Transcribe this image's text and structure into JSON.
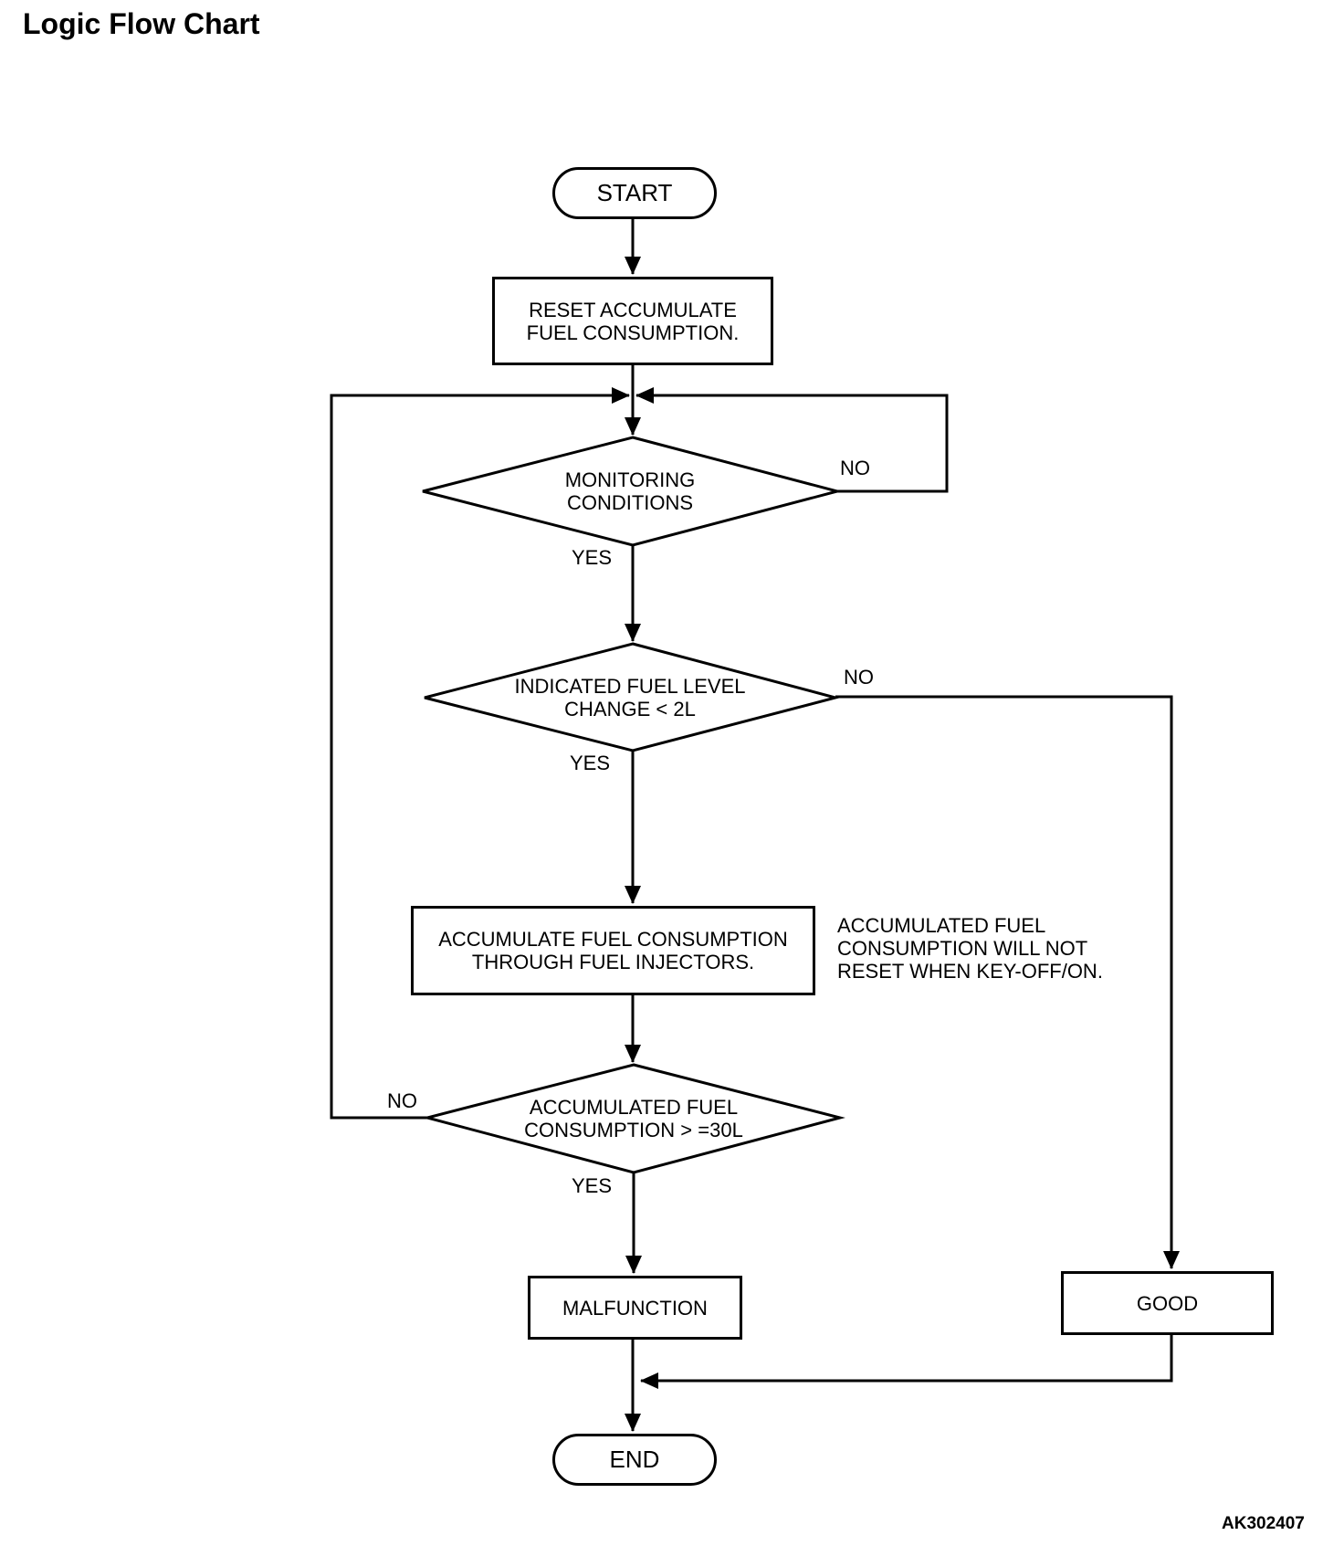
{
  "title": "Logic Flow Chart",
  "figure_code": "AK302407",
  "colors": {
    "line": "#000000",
    "background": "#ffffff",
    "text": "#000000"
  },
  "nodes": {
    "start": {
      "label": "START"
    },
    "reset": {
      "lines": [
        "RESET ACCUMULATE",
        "FUEL CONSUMPTION."
      ]
    },
    "monitoring": {
      "lines": [
        "MONITORING",
        "CONDITIONS"
      ]
    },
    "fuel_level": {
      "lines": [
        "INDICATED FUEL LEVEL",
        "CHANGE < 2L"
      ]
    },
    "accumulate": {
      "lines": [
        "ACCUMULATE FUEL CONSUMPTION",
        "THROUGH FUEL INJECTORS."
      ]
    },
    "threshold": {
      "lines": [
        "ACCUMULATED FUEL",
        "CONSUMPTION > =30L"
      ]
    },
    "malfunction": {
      "label": "MALFUNCTION"
    },
    "good": {
      "label": "GOOD"
    },
    "end": {
      "label": "END"
    }
  },
  "note": {
    "lines": [
      "ACCUMULATED FUEL",
      "CONSUMPTION WILL NOT",
      "RESET WHEN KEY-OFF/ON."
    ]
  },
  "edge_labels": {
    "monitoring_no": "NO",
    "monitoring_yes": "YES",
    "fuel_level_no": "NO",
    "fuel_level_yes": "YES",
    "threshold_no": "NO",
    "threshold_yes": "YES"
  }
}
